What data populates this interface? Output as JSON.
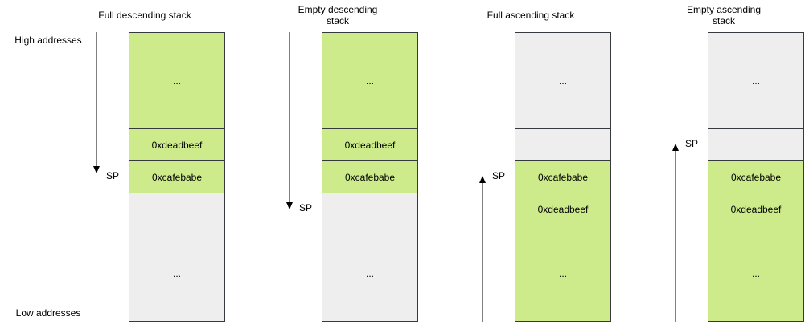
{
  "side_labels": {
    "high": "High addresses",
    "low": "Low addresses"
  },
  "colors": {
    "filled": "#cdeb8b",
    "empty": "#eeeeee",
    "border": "#36393d"
  },
  "diagrams": [
    {
      "title": "Full descending stack",
      "growth": "down",
      "sp_label": "SP",
      "sp_position": "at last pushed",
      "cells": [
        {
          "text": "...",
          "filled": true
        },
        {
          "text": "0xdeadbeef",
          "filled": true
        },
        {
          "text": "0xcafebabe",
          "filled": true
        },
        {
          "text": "",
          "filled": false
        },
        {
          "text": "...",
          "filled": false
        }
      ]
    },
    {
      "title": "Empty descending stack",
      "growth": "down",
      "sp_label": "SP",
      "sp_position": "next free",
      "cells": [
        {
          "text": "...",
          "filled": true
        },
        {
          "text": "0xdeadbeef",
          "filled": true
        },
        {
          "text": "0xcafebabe",
          "filled": true
        },
        {
          "text": "",
          "filled": false
        },
        {
          "text": "...",
          "filled": false
        }
      ]
    },
    {
      "title": "Full ascending stack",
      "growth": "up",
      "sp_label": "SP",
      "sp_position": "at last pushed",
      "cells": [
        {
          "text": "...",
          "filled": false
        },
        {
          "text": "",
          "filled": false
        },
        {
          "text": "0xcafebabe",
          "filled": true
        },
        {
          "text": "0xdeadbeef",
          "filled": true
        },
        {
          "text": "...",
          "filled": true
        }
      ]
    },
    {
      "title": "Empty ascending stack",
      "growth": "up",
      "sp_label": "SP",
      "sp_position": "next free",
      "cells": [
        {
          "text": "...",
          "filled": false
        },
        {
          "text": "",
          "filled": false
        },
        {
          "text": "0xcafebabe",
          "filled": true
        },
        {
          "text": "0xdeadbeef",
          "filled": true
        },
        {
          "text": "...",
          "filled": true
        }
      ]
    }
  ]
}
